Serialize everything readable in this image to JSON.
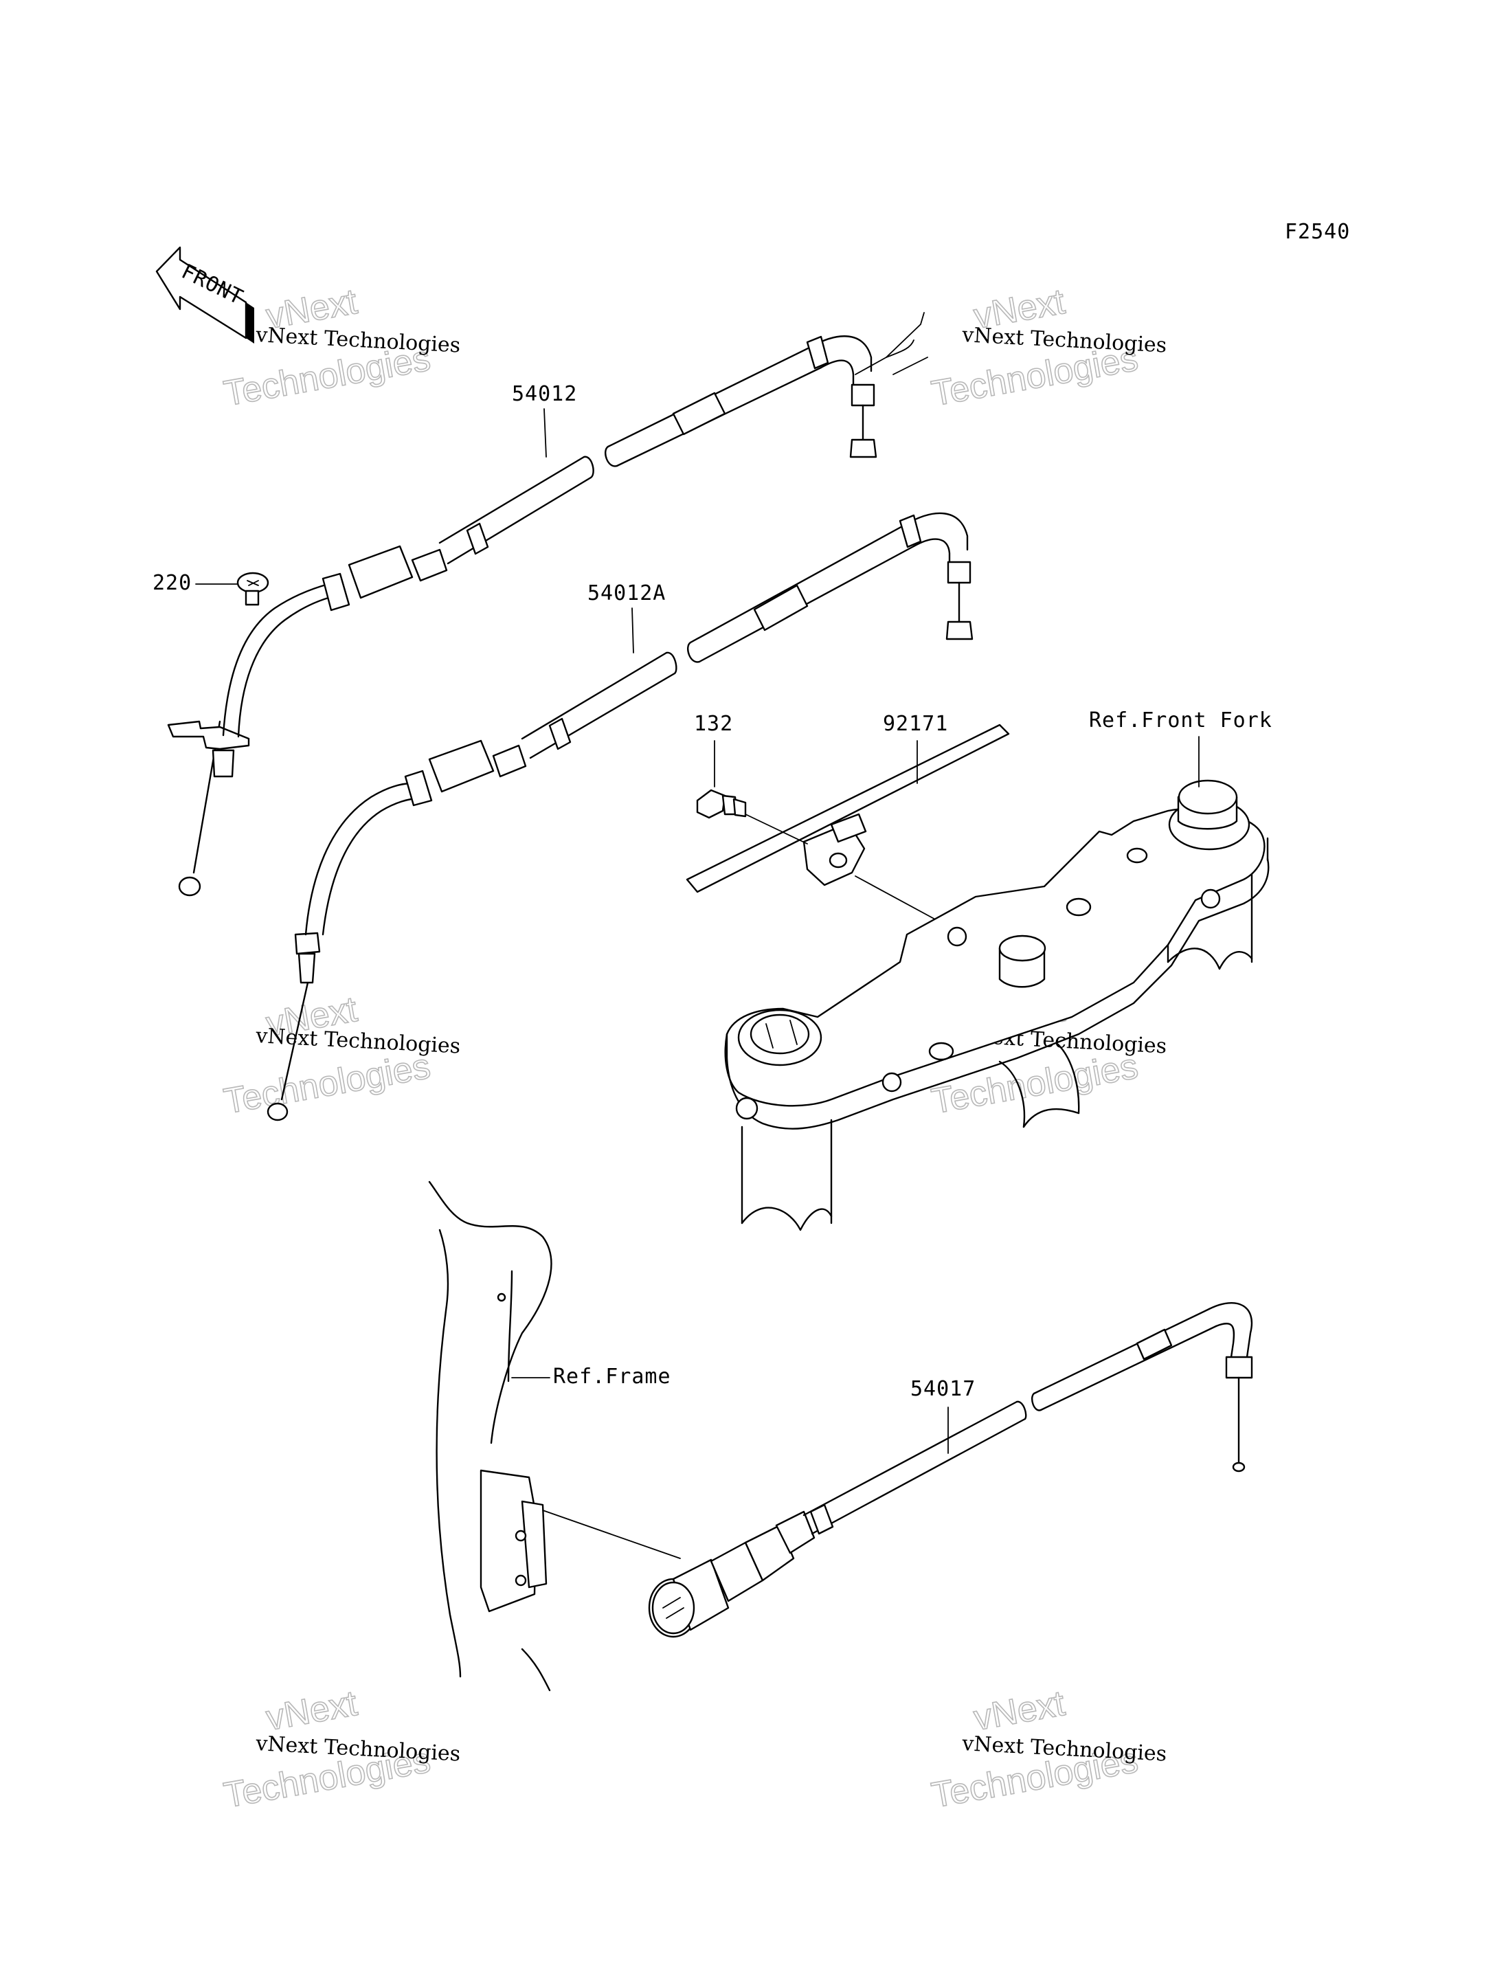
{
  "figure_code": "F2540",
  "front_arrow_text": "FRONT",
  "labels": {
    "throttle_cable_open": "54012",
    "throttle_cable_close": "54012A",
    "screw": "220",
    "bolt": "132",
    "clamp": "92171",
    "ref_front_fork": "Ref.Front Fork",
    "ref_frame": "Ref.Frame",
    "choke_cable": "54017"
  },
  "watermark": {
    "line1": "vNext Technologies",
    "line2": "vNext",
    "line3": "Technologies"
  }
}
